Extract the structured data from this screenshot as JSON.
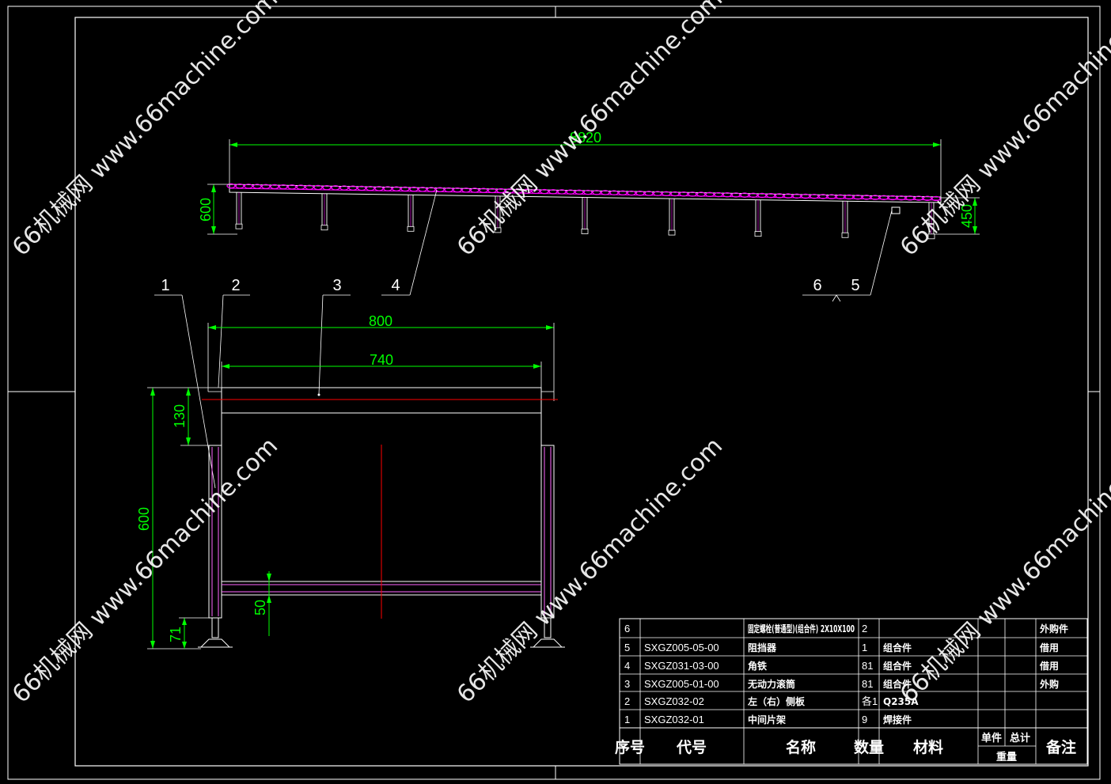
{
  "top_view": {
    "length_dim": "8820",
    "height_dim": "600",
    "right_height_dim": "450"
  },
  "side_view": {
    "width_outer_dim": "800",
    "width_inner_dim": "740",
    "top_offset_dim": "130",
    "leg_height_dim": "600",
    "brace_dim": "50",
    "foot_dim": "71"
  },
  "callouts": [
    "1",
    "2",
    "3",
    "4",
    "6",
    "5"
  ],
  "bom": {
    "rows": [
      {
        "no": "6",
        "code": "",
        "name": "固定螺栓(普通型)(组合件) 2X10X100",
        "qty": "2",
        "material": "",
        "remark": "外购件"
      },
      {
        "no": "5",
        "code": "SXGZ005-05-00",
        "name": "阻挡器",
        "qty": "1",
        "material": "组合件",
        "remark": "借用"
      },
      {
        "no": "4",
        "code": "SXGZ031-03-00",
        "name": "角铁",
        "qty": "81",
        "material": "组合件",
        "remark": "借用"
      },
      {
        "no": "3",
        "code": "SXGZ005-01-00",
        "name": "无动力滚筒",
        "qty": "81",
        "material": "组合件",
        "remark": "外购"
      },
      {
        "no": "2",
        "code": "SXGZ032-02",
        "name": "左（右）侧板",
        "qty": "各1",
        "material": "Q235A",
        "remark": ""
      },
      {
        "no": "1",
        "code": "SXGZ032-01",
        "name": "中间片架",
        "qty": "9",
        "material": "焊接件",
        "remark": ""
      }
    ],
    "headers": {
      "no": "序号",
      "code": "代号",
      "name": "名称",
      "qty": "数量",
      "material": "材料",
      "unit_weight": "单件",
      "total_weight": "总计",
      "weight": "重量",
      "remark": "备注"
    }
  },
  "watermark": "66机械网 www.66machine.com",
  "colors": {
    "line": "#ffffff",
    "dimension": "#00ff00",
    "roller": "#ff00ff",
    "center": "#ff0000",
    "frame_inner": "#ff66ff"
  }
}
